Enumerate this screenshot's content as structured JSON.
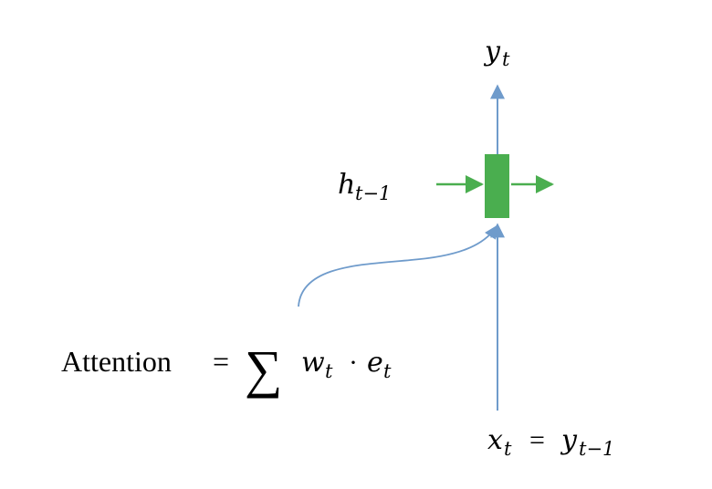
{
  "labels": {
    "output": {
      "base": "y",
      "sub": "t"
    },
    "hidden": {
      "base": "h",
      "sub": "t−1"
    },
    "input": {
      "lhs_base": "x",
      "lhs_sub": "t",
      "eq": "=",
      "rhs_base": "y",
      "rhs_sub": "t−1"
    },
    "attention": {
      "word": "Attention",
      "eq": "=",
      "sigma": "∑",
      "w": "w",
      "w_sub": "t",
      "dot": "·",
      "e": "e",
      "e_sub": "t"
    }
  },
  "colors": {
    "vertical_arrows": "#6F9BCB",
    "horizontal_arrows": "#4AAE4F",
    "rnn_cell": "#4AAE4F",
    "attention_curve": "#6F9BCB",
    "text": "#000000"
  }
}
